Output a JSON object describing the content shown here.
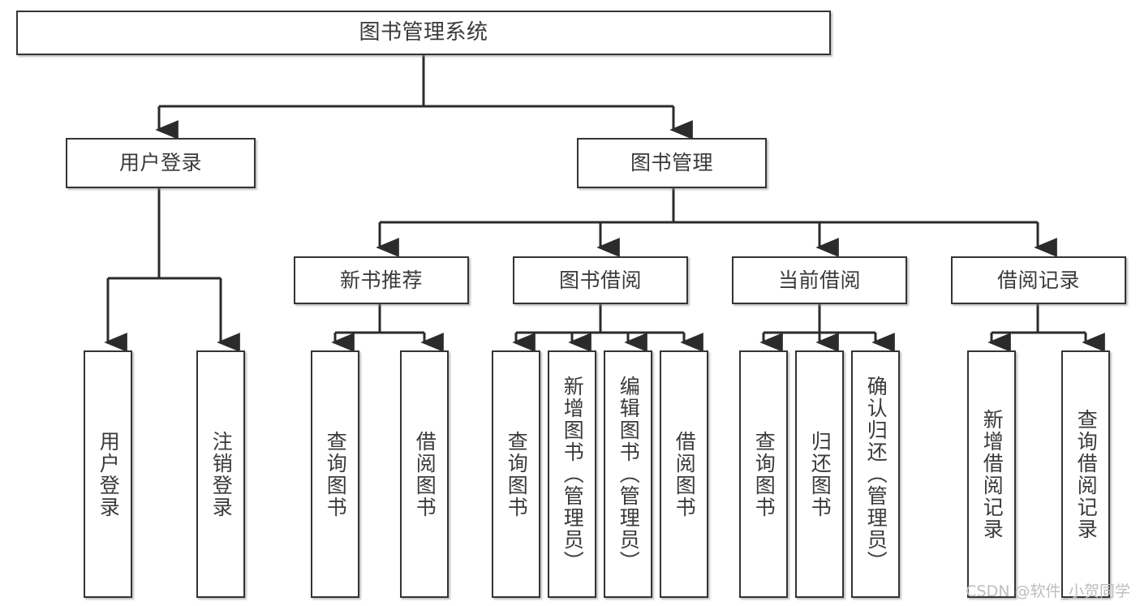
{
  "diagram": {
    "title": "图书管理系统",
    "type": "tree",
    "watermark": "CSDN @软件_小贺同学",
    "colors": {
      "background": "#ffffff",
      "box_fill": "#ffffff",
      "box_border": "#343434",
      "text": "#3a3a3a",
      "connector": "#2b2b2b",
      "watermark": "#bdbdbd"
    },
    "nodes": {
      "root": {
        "label": "图书管理系统"
      },
      "level2": [
        {
          "id": "user-login",
          "label": "用户登录"
        },
        {
          "id": "book-manage",
          "label": "图书管理"
        }
      ],
      "level3": [
        {
          "id": "new-book-rec",
          "label": "新书推荐"
        },
        {
          "id": "book-borrow",
          "label": "图书借阅"
        },
        {
          "id": "current-borrow",
          "label": "当前借阅"
        },
        {
          "id": "borrow-record",
          "label": "借阅记录"
        }
      ],
      "leaves": [
        {
          "id": "leaf-user-login",
          "label": "用户登录",
          "parent": "user-login"
        },
        {
          "id": "leaf-logout",
          "label": "注销登录",
          "parent": "user-login"
        },
        {
          "id": "leaf-query-book-1",
          "label": "查询图书",
          "parent": "new-book-rec"
        },
        {
          "id": "leaf-borrow-book-1",
          "label": "借阅图书",
          "parent": "new-book-rec"
        },
        {
          "id": "leaf-query-book-2",
          "label": "查询图书",
          "parent": "book-borrow"
        },
        {
          "id": "leaf-add-book",
          "label": "新增图书（管理员）",
          "parent": "book-borrow"
        },
        {
          "id": "leaf-edit-book",
          "label": "编辑图书（管理员）",
          "parent": "book-borrow"
        },
        {
          "id": "leaf-borrow-book-2",
          "label": "借阅图书",
          "parent": "book-borrow"
        },
        {
          "id": "leaf-query-book-3",
          "label": "查询图书",
          "parent": "current-borrow"
        },
        {
          "id": "leaf-return-book",
          "label": "归还图书",
          "parent": "current-borrow"
        },
        {
          "id": "leaf-confirm-return",
          "label": "确认归还（管理员）",
          "parent": "current-borrow"
        },
        {
          "id": "leaf-add-record",
          "label": "新增借阅记录",
          "parent": "borrow-record"
        },
        {
          "id": "leaf-query-record",
          "label": "查询借阅记录",
          "parent": "borrow-record"
        }
      ]
    }
  }
}
